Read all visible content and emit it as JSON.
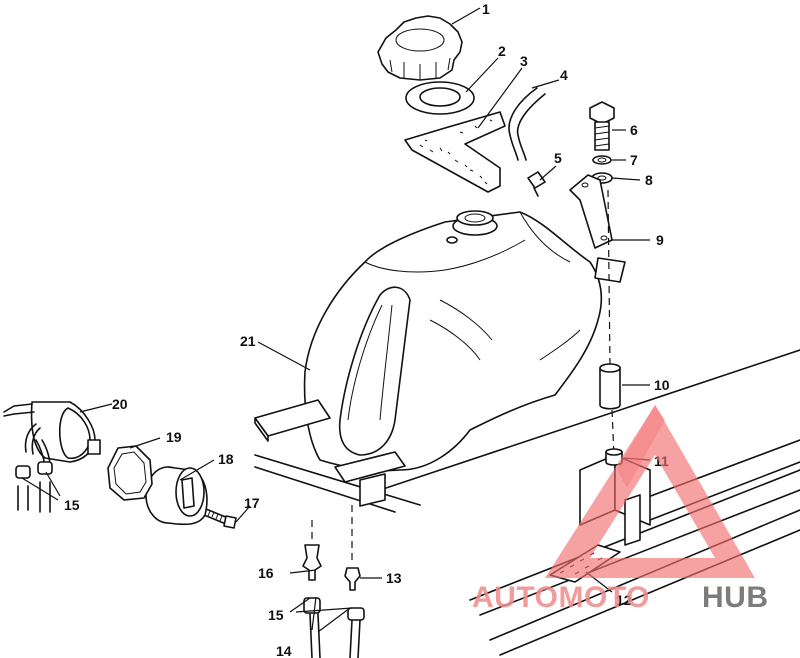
{
  "callouts": {
    "c1": "1",
    "c2": "2",
    "c3": "3",
    "c4": "4",
    "c5": "5",
    "c6": "6",
    "c7": "7",
    "c8": "8",
    "c9": "9",
    "c10": "10",
    "c11": "11",
    "c12": "12",
    "c13": "13",
    "c14": "14",
    "c15a": "15",
    "c15b": "15",
    "c16": "16",
    "c17": "17",
    "c18": "18",
    "c19": "19",
    "c20": "20",
    "c21": "21"
  },
  "watermark": {
    "word_a": "AUTOMOTO",
    "word_b": "HUB",
    "color_a": "#f08a8a",
    "color_b": "#666666"
  },
  "colors": {
    "line": "#111111",
    "watermark_red": "#f26d6d"
  }
}
